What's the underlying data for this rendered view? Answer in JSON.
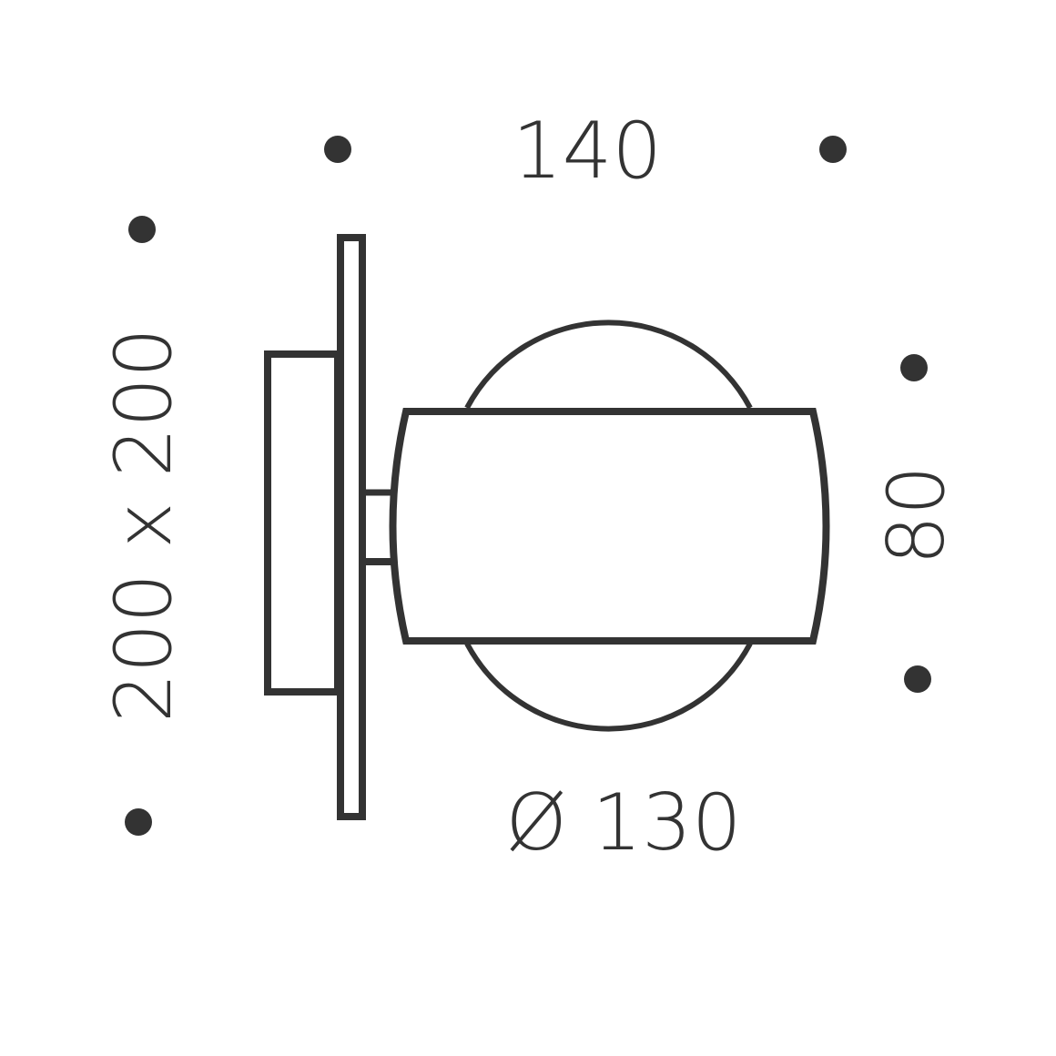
{
  "diagram": {
    "type": "technical-dimension-drawing",
    "subject": "wall lamp side view",
    "colors": {
      "line": "#333333",
      "background": "#ffffff"
    },
    "dimensions": {
      "width_label": "140",
      "diameter_label": "Ø 130",
      "plate_label": "200 x 200",
      "height_label": "80"
    },
    "parts": [
      {
        "name": "wall-plate",
        "description": "square wall mounting plate 200 x 200"
      },
      {
        "name": "back-box",
        "description": "mounting box behind plate"
      },
      {
        "name": "connector",
        "description": "short arm joining plate to lamp head"
      },
      {
        "name": "lamp-head",
        "description": "cylindrical lamp body, diameter 130, depth 80"
      }
    ]
  }
}
